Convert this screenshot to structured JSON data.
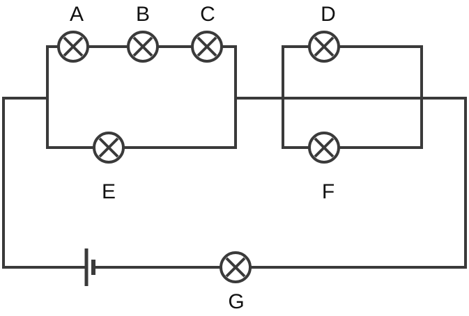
{
  "diagram": {
    "bulbs": {
      "A": {
        "label": "A",
        "icon": "lamp-icon"
      },
      "B": {
        "label": "B",
        "icon": "lamp-icon"
      },
      "C": {
        "label": "C",
        "icon": "lamp-icon"
      },
      "D": {
        "label": "D",
        "icon": "lamp-icon"
      },
      "E": {
        "label": "E",
        "icon": "lamp-icon"
      },
      "F": {
        "label": "F",
        "icon": "lamp-icon"
      },
      "G": {
        "label": "G",
        "icon": "lamp-icon"
      }
    },
    "battery": {
      "icon": "cell-icon"
    },
    "colors": {
      "wire": "#3a3a3a",
      "background": "#ffffff"
    }
  }
}
